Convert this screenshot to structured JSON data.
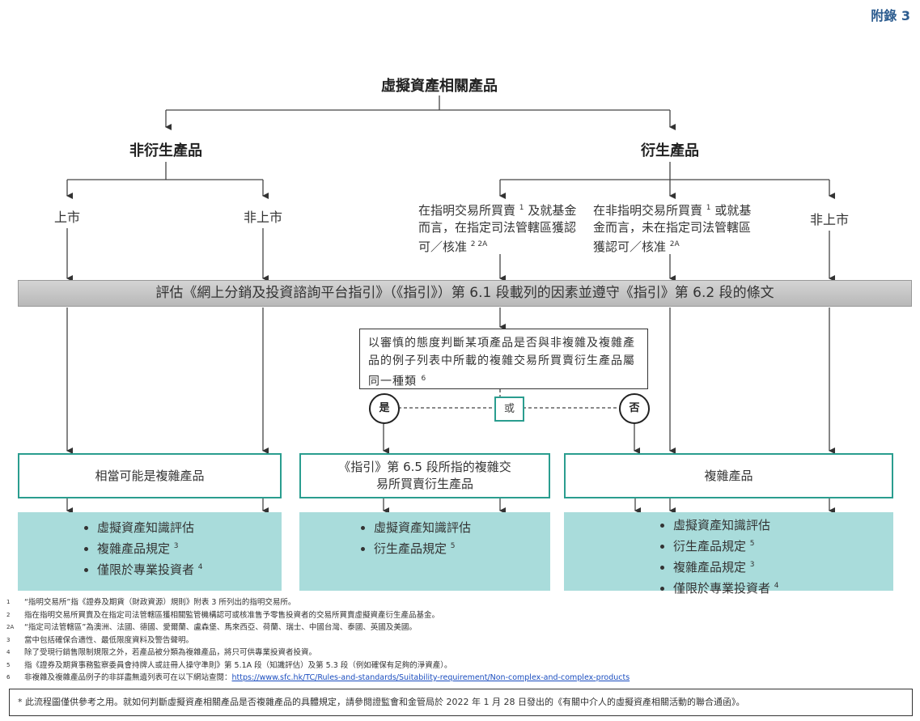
{
  "annex": "附錄 3",
  "title": "虛擬資產相關產品",
  "branches": {
    "non_derivative": "非衍生產品",
    "derivative": "衍生產品"
  },
  "listed": "上市",
  "unlisted": "非上市",
  "spec_exchange": {
    "text": "在指明交易所買賣",
    "sup1": "1",
    "text2": "及就基金而言，在指定司法管轄區獲認可／核准",
    "sup2": "2 2A"
  },
  "non_spec_exchange": {
    "text": "在非指明交易所買賣",
    "sup1": "1",
    "text2": "或就基金而言，未在指定司法管轄區獲認可／核准",
    "sup2": "2A"
  },
  "assessment_bar": "評估《網上分銷及投資諮詢平台指引》（《指引》）第 6.1 段載列的因素並遵守《指引》第 6.2 段的條文",
  "question": {
    "text": "以審慎的態度判斷某項產品是否與非複雜及複雜產品的例子列表中所載的複雜交易所買賣衍生產品屬同一種類",
    "sup": "6"
  },
  "yes": "是",
  "or": "或",
  "no": "否",
  "outcomes": {
    "left": "相當可能是複雜產品",
    "middle": "《指引》第 6.5 段所指的複雜交易所買賣衍生產品",
    "right": "複雜產品"
  },
  "requirements": {
    "left": [
      {
        "t": "虛擬資產知識評估",
        "s": ""
      },
      {
        "t": "複雜產品規定",
        "s": "3"
      },
      {
        "t": "僅限於專業投資者",
        "s": "4"
      }
    ],
    "middle": [
      {
        "t": "虛擬資產知識評估",
        "s": ""
      },
      {
        "t": "衍生產品規定",
        "s": "5"
      }
    ],
    "right": [
      {
        "t": "虛擬資產知識評估",
        "s": ""
      },
      {
        "t": "衍生產品規定",
        "s": "5"
      },
      {
        "t": "複雜產品規定",
        "s": "3"
      },
      {
        "t": "僅限於專業投資者",
        "s": "4"
      }
    ]
  },
  "footnotes": [
    {
      "n": "1",
      "t": "“指明交易所”指《證券及期貨（財政資源）規則》附表 3 所列出的指明交易所。"
    },
    {
      "n": "2",
      "t": "指在指明交易所買賣及在指定司法管轄區獲相關監管機構認可或核准售予零售投資者的交易所買賣虛擬資產衍生產品基金。"
    },
    {
      "n": "2A",
      "t": "“指定司法管轄區”為澳洲、法國、德國、愛爾蘭、盧森堡、馬來西亞、荷蘭、瑞士、中國台灣、泰國、英國及美國。"
    },
    {
      "n": "3",
      "t": "當中包括確保合適性、最低限度資料及警告聲明。"
    },
    {
      "n": "4",
      "t": "除了受現行銷售限制規限之外，若產品被分類為複雜產品，將只可供專業投資者投資。"
    },
    {
      "n": "5",
      "t": "指《證券及期貨事務監察委員會持牌人或註冊人操守準則》第 5.1A 段（知識評估）及第 5.3 段（例如確保有足夠的淨資產）。"
    },
    {
      "n": "6",
      "t": "非複雜及複雜產品例子的非詳盡無遺列表可在以下網站查閱：",
      "link": "https://www.sfc.hk/TC/Rules-and-standards/Suitability-requirement/Non-complex-and-complex-products"
    }
  ],
  "disclaimer": "* 此流程圖僅供參考之用。就如何判斷虛擬資產相關產品是否複雜產品的具體規定，請參閱證監會和金管局於 2022 年 1 月 28 日發出的《有關中介人的虛擬資產相關活動的聯合通函》。",
  "colors": {
    "teal_border": "#2a9d8f",
    "teal_fill": "#a9dcdb",
    "annex": "#2c5c8f"
  }
}
